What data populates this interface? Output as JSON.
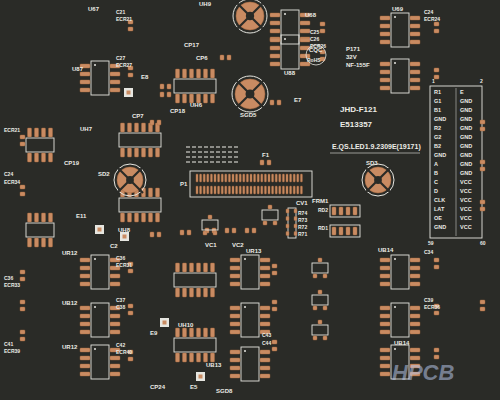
{
  "diagram": {
    "labels": [
      "U67",
      "C21",
      "ECR21",
      "UH9",
      "U68",
      "C25",
      "C26",
      "ECR26",
      "U69",
      "C24",
      "ECR24",
      "U87",
      "C27",
      "ECR27",
      "E8",
      "CP6",
      "CP17",
      "UH6",
      "CP18",
      "U88",
      "SGD5",
      "E7",
      "P171",
      "32V",
      "NF-155F",
      "CQC",
      "RoHS",
      "JHD-F121",
      "E513357",
      "E.QS.LED1.9.2309E(19171)",
      "CP7",
      "UH7",
      "CP19",
      "F1",
      "SD3",
      "SD2",
      "UH8",
      "P1",
      "CV1",
      "FRM1",
      "R74",
      "R73",
      "R72",
      "R71",
      "RD2",
      "RD1",
      "E11",
      "C2",
      "VC1",
      "VC2",
      "UR12",
      "C36",
      "ECR31",
      "UR13",
      "UB14",
      "C34",
      "C37",
      "C38",
      "UB12",
      "UH10",
      "E9",
      "C41",
      "ECR39",
      "C42",
      "ECR40",
      "UR12",
      "CP24",
      "E5",
      "SGD8",
      "UB13",
      "C43",
      "C44",
      "UB14",
      "C39",
      "ECR36",
      "HPCB",
      "59",
      "60",
      "1",
      "2",
      "ECR21",
      "C24",
      "ECR34",
      "C36",
      "ECR33",
      "R1",
      "G1",
      "B1",
      "GND",
      "R2",
      "G2",
      "B2",
      "GND",
      "A",
      "B",
      "C",
      "D",
      "CLK",
      "LAT",
      "OE",
      "GND",
      "E",
      "GND",
      "GND",
      "GND",
      "GND",
      "GND",
      "GND",
      "GND",
      "GND",
      "GND",
      "VCC",
      "VCC",
      "VCC",
      "VCC",
      "VCC",
      "VCC"
    ]
  }
}
